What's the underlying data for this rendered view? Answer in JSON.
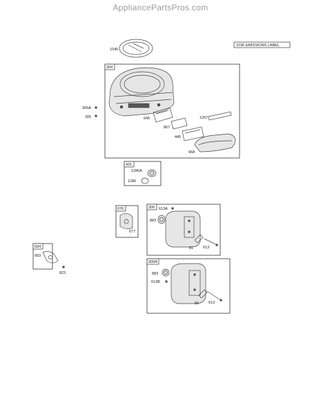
{
  "site": {
    "title": "AppliancePartsPros.com"
  },
  "labels": {
    "emissions_label": "1036 EMISSIONS LABEL",
    "p1040": "1040",
    "p304": "304",
    "p305a": "305A",
    "p305": "305",
    "p645": "645",
    "p867": "867",
    "p1257": "1257",
    "p445": "445",
    "p968": "968",
    "p431": "431",
    "p1286a": "1286A",
    "p1286": "1286",
    "p676": "676",
    "p677": "677",
    "p300": "300",
    "p613a": "613A",
    "p883": "883",
    "p81": "81",
    "p613": "613",
    "p694": "694",
    "p683": "683",
    "p823": "823",
    "p300a": "300A",
    "p883b": "883",
    "p613b": "613B",
    "p81b": "81",
    "p613c": "613"
  }
}
